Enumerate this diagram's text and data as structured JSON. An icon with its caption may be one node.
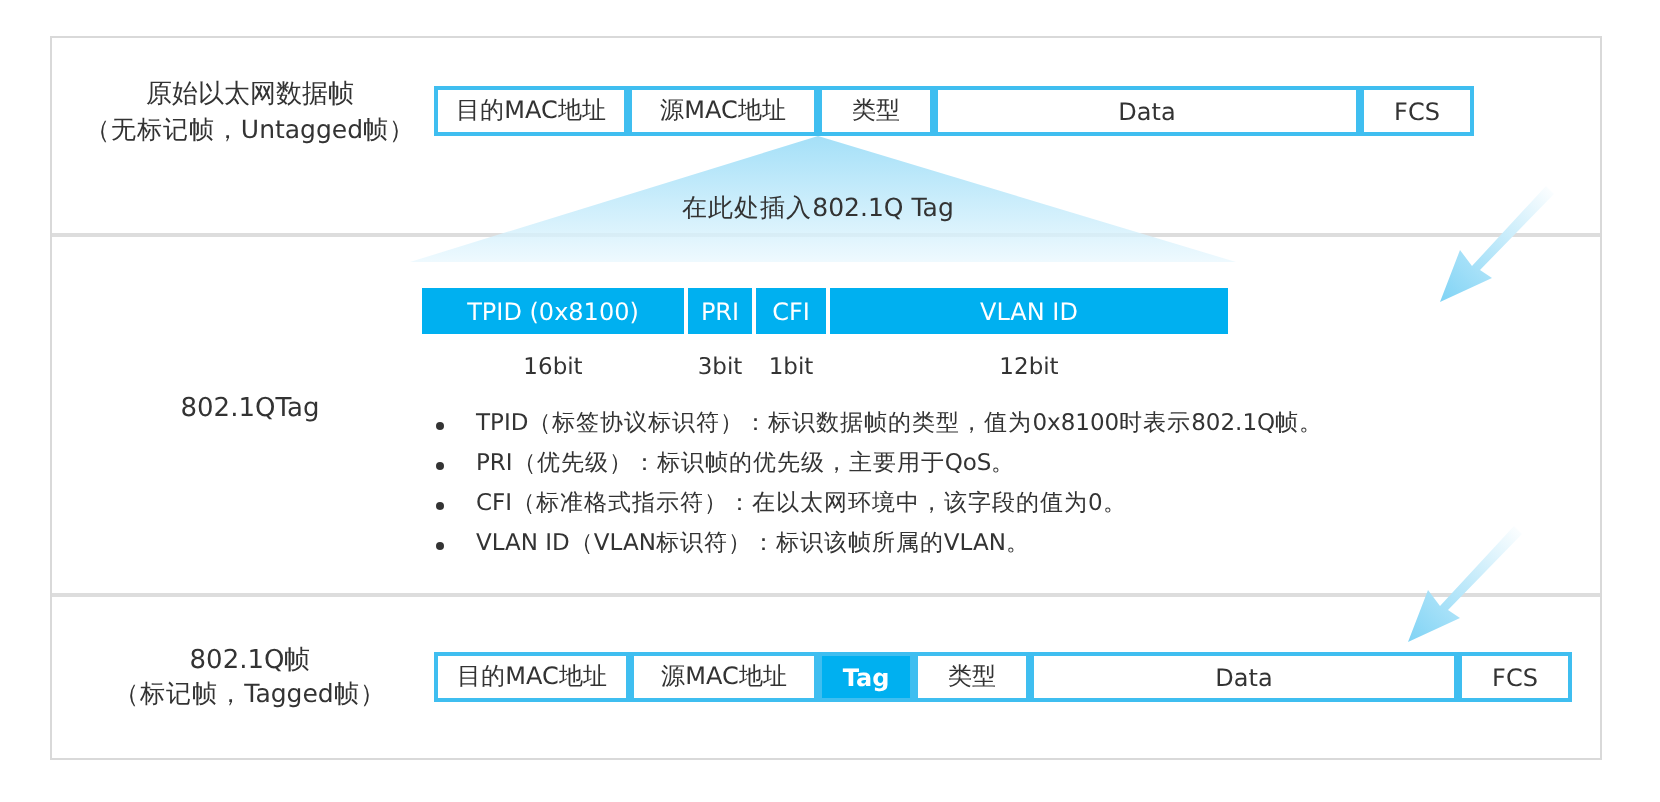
{
  "diagram": {
    "nodes": [
      {
        "text": [
          "目的MAC地址"
        ]
      },
      {
        "text": [
          "源MAC地址"
        ]
      },
      {
        "text": [
          "类型"
        ]
      },
      {
        "text": [
          "Data"
        ]
      },
      {
        "text": [
          "FCS"
        ]
      },
      {
        "text": [
          "TPID (0x8100)"
        ],
        "beside": [
          "16bit"
        ]
      },
      {
        "text": [
          "PRI"
        ],
        "beside": [
          "3bit"
        ]
      },
      {
        "text": [
          "CFI"
        ],
        "beside": [
          "1bit"
        ]
      },
      {
        "text": [
          "VLAN ID"
        ],
        "beside": [
          "12bit"
        ]
      },
      {
        "text": [
          "目的MAC地址"
        ]
      },
      {
        "text": [
          "源MAC地址"
        ]
      },
      {
        "text": [
          "Tag"
        ]
      },
      {
        "text": [
          "类型"
        ]
      },
      {
        "text": [
          "Data"
        ]
      },
      {
        "text": [
          "FCS"
        ]
      }
    ],
    "labels": [
      "原始以太网数据帧",
      "（无标记帧，Untagged帧）",
      "在此处插入802.1Q Tag",
      "802.1QTag",
      "TPID（标签协议标识符）：标识数据帧的类型，值为0x8100时表示802.1Q帧。",
      "PRI（优先级）：标识帧的优先级，主要用于QoS。",
      "CFI（标准格式指示符）：在以太网环境中，该字段的值为0。",
      "VLAN ID（VLAN标识符）：标识该帧所属的VLAN。",
      "802.1Q帧",
      "（标记帧，Tagged帧）"
    ]
  }
}
